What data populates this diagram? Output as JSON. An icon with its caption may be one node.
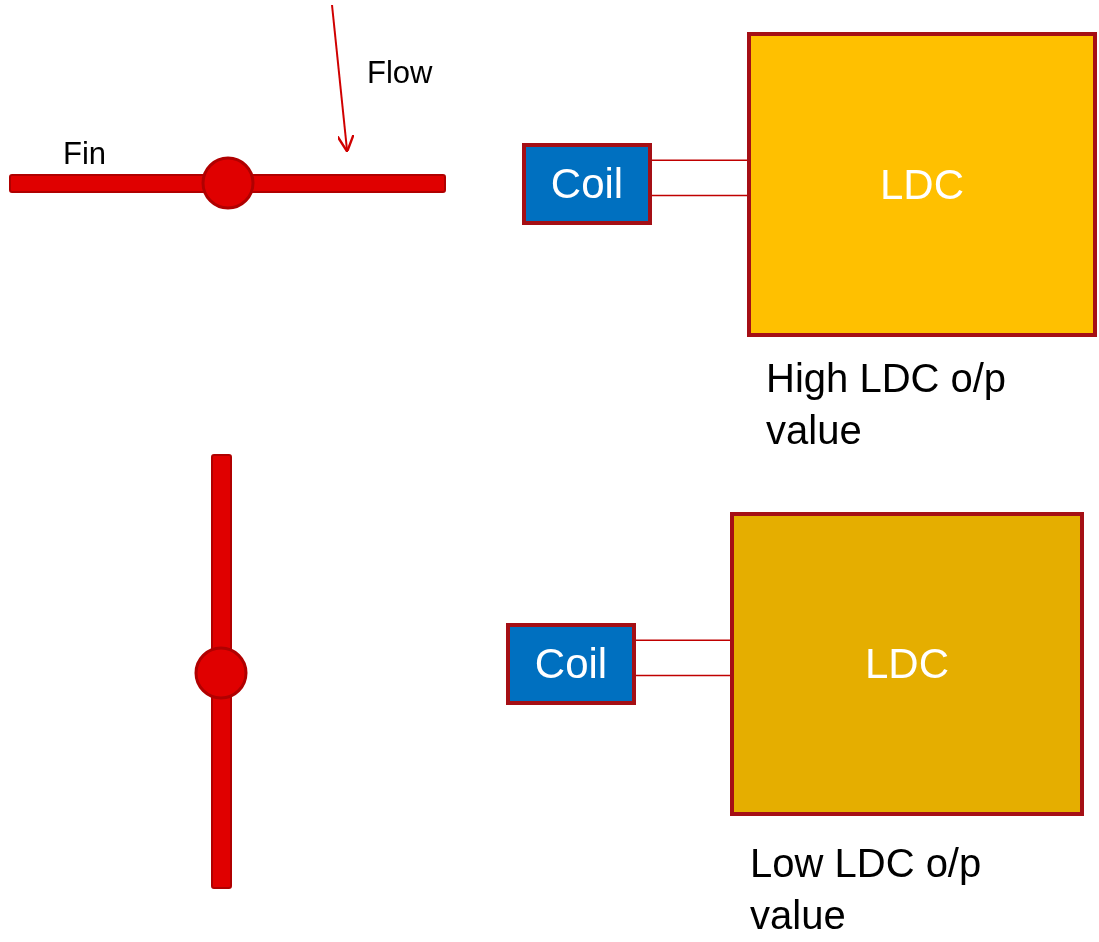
{
  "diagram": {
    "nodes": [
      {
        "text": [
          "Coil"
        ]
      },
      {
        "text": [
          "LDC"
        ],
        "beside": [
          "High LDC o/p value"
        ]
      },
      {
        "text": [
          "Coil"
        ]
      },
      {
        "text": [
          "LDC"
        ],
        "beside": [
          "Low LDC o/p value"
        ]
      }
    ],
    "edges": [
      {
        "from": 0,
        "to": 1,
        "arrow": "none"
      },
      {
        "from": 0,
        "to": 1,
        "arrow": "none"
      },
      {
        "from": 2,
        "to": 3,
        "arrow": "none"
      },
      {
        "from": 2,
        "to": 3,
        "arrow": "none"
      }
    ],
    "labels": [
      "Flow",
      "Fin"
    ]
  }
}
